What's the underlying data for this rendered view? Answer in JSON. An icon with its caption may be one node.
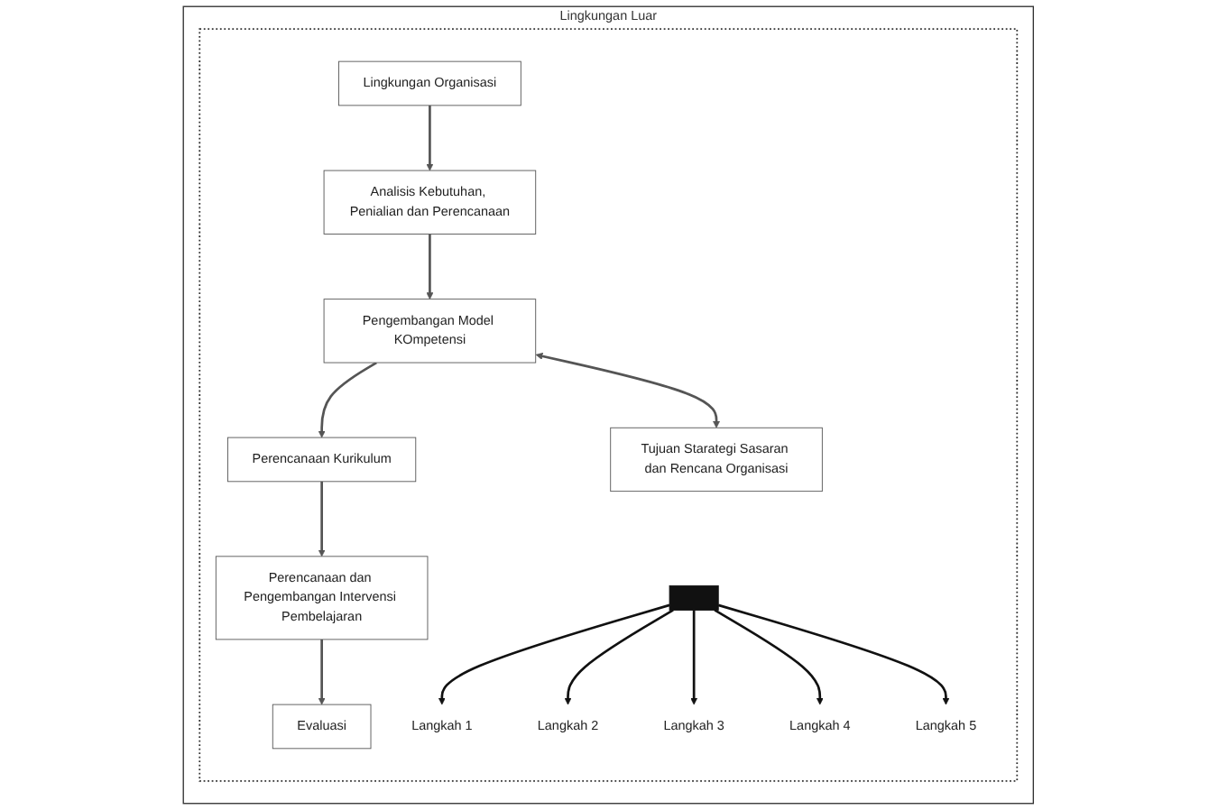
{
  "diagram": {
    "nodes": [
      {
        "text": [
          "Lingkungan Luar"
        ]
      },
      {
        "text": [],
        "shape": "box",
        "in": 0
      },
      {
        "text": [
          "Lingkungan Organisasi"
        ],
        "in": 1
      },
      {
        "text": [
          "Analisis Kebutuhan, Penialian dan Perencanaan"
        ],
        "in": 1
      },
      {
        "text": [
          "Pengembangan Model KOmpetensi"
        ],
        "in": 1
      },
      {
        "text": [
          "Perencanaan Kurikulum"
        ],
        "in": 1
      },
      {
        "text": [
          "Perencanaan dan Pengembangan Intervensi Pembelajaran"
        ],
        "in": 1
      },
      {
        "text": [
          "Evaluasi"
        ],
        "in": 1
      },
      {
        "text": [
          "Tujuan Starategi Sasaran dan Rencana Organisasi"
        ],
        "in": 1
      },
      {
        "text": [],
        "shape": "bar",
        "in": 1
      },
      {
        "text": [
          "Langkah 1"
        ],
        "in": 1
      },
      {
        "text": [
          "Langkah 2"
        ],
        "in": 1
      },
      {
        "text": [
          "Langkah 3"
        ],
        "in": 1
      },
      {
        "text": [
          "Langkah 4"
        ],
        "in": 1
      },
      {
        "text": [
          "Langkah 5"
        ],
        "in": 1
      }
    ],
    "edges": [
      {
        "from": 2,
        "to": 3,
        "arrow": "to"
      },
      {
        "from": 3,
        "to": 4,
        "arrow": "to"
      },
      {
        "from": 4,
        "to": 5,
        "arrow": "to"
      },
      {
        "from": 5,
        "to": 6,
        "arrow": "to"
      },
      {
        "from": 6,
        "to": 7,
        "arrow": "to"
      },
      {
        "from": 4,
        "to": 8,
        "arrow": "both"
      },
      {
        "from": 9,
        "to": 10,
        "arrow": "to",
        "color": "#111111"
      },
      {
        "from": 9,
        "to": 11,
        "arrow": "to",
        "color": "#111111"
      },
      {
        "from": 9,
        "to": 12,
        "arrow": "to",
        "color": "#111111"
      },
      {
        "from": 9,
        "to": 13,
        "arrow": "to",
        "color": "#111111"
      },
      {
        "from": 9,
        "to": 14,
        "arrow": "to",
        "color": "#111111"
      }
    ]
  }
}
